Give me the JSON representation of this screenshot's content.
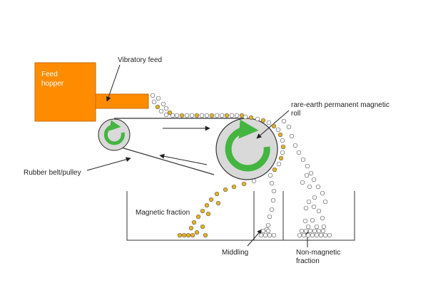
{
  "labels": {
    "hopper_line1": "Feed",
    "hopper_line2": "hopper",
    "vibratory_feed": "Vibratory feed",
    "roll_line1": "rare-earth permanent magnetic",
    "roll_line2": "roll",
    "belt_pulley": "Rubber belt/pulley",
    "magnetic_fraction": "Magnetic fraction",
    "middling": "Middling",
    "nonmag_line1": "Non-magnetic",
    "nonmag_line2": "fraction"
  },
  "colors": {
    "hopper": "#ff8c00",
    "roll_arrow": "#44b540",
    "roll_fill": "#d9d9d9",
    "magnetic_particle": "#e8b21e",
    "nonmagnetic_particle": "#ffffff",
    "line": "#333333"
  }
}
